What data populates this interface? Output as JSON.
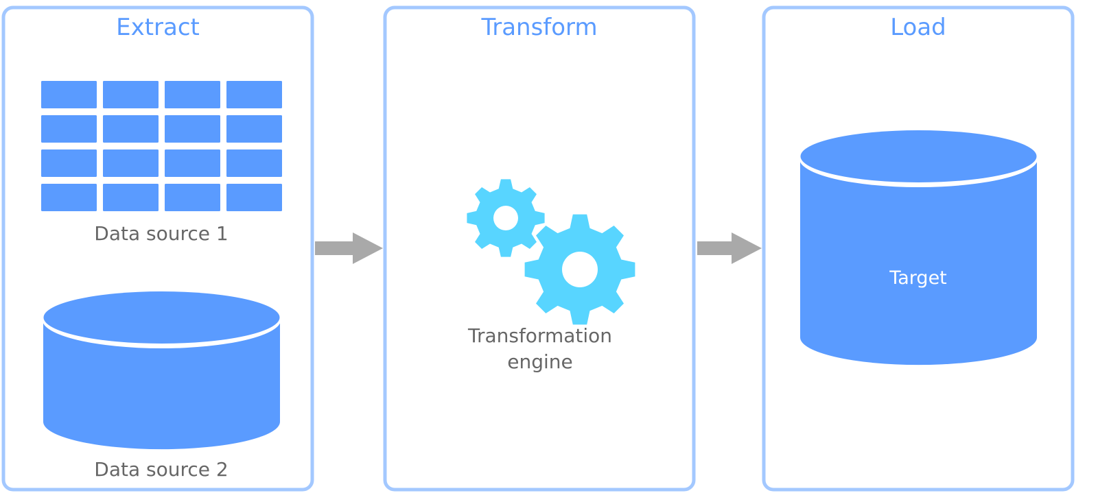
{
  "colors": {
    "panel_border": "#a3c8ff",
    "title": "#5a9bff",
    "shape": "#5a9bff",
    "gear": "#58d5ff",
    "arrow": "#a9a9a9",
    "label": "#666666"
  },
  "panels": [
    {
      "title": "Extract",
      "items": [
        {
          "label": "Data source 1",
          "icon": "table-grid-icon"
        },
        {
          "label": "Data source 2",
          "icon": "database-cylinder-icon"
        }
      ]
    },
    {
      "title": "Transform",
      "items": [
        {
          "label_line1": "Transformation",
          "label_line2": "engine",
          "icon": "gears-icon"
        }
      ]
    },
    {
      "title": "Load",
      "items": [
        {
          "label": "Target",
          "icon": "database-cylinder-icon"
        }
      ]
    }
  ]
}
